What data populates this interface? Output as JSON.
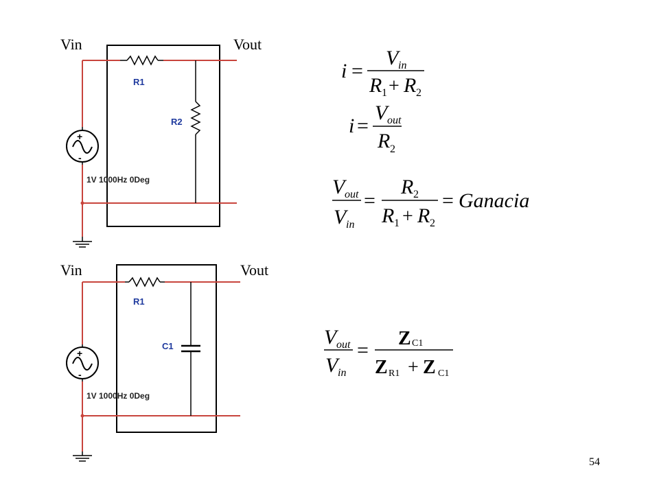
{
  "circuit1": {
    "vin_label": "Vin",
    "vout_label": "Vout",
    "r1_label": "R1",
    "r2_label": "R2",
    "source_label": "1V 1000Hz 0Deg"
  },
  "circuit2": {
    "vin_label": "Vin",
    "vout_label": "Vout",
    "r1_label": "R1",
    "c1_label": "C1",
    "source_label": "1V 1000Hz 0Deg"
  },
  "equations": {
    "eq1": {
      "lhs": "i",
      "num_sym": "V",
      "num_sub": "in",
      "den": "R1 + R2"
    },
    "eq2": {
      "lhs": "i",
      "num_sym": "V",
      "num_sub": "out",
      "den_sym": "R",
      "den_sub": "2"
    },
    "eq3": {
      "result": "Ganacia"
    },
    "eq4": {
      "num": "Z C1",
      "den": "Z R1 + Z C1"
    }
  },
  "colors": {
    "wire": "#c8443c",
    "component": "#1f3a9e",
    "box": "#000000"
  },
  "page_number": "54"
}
